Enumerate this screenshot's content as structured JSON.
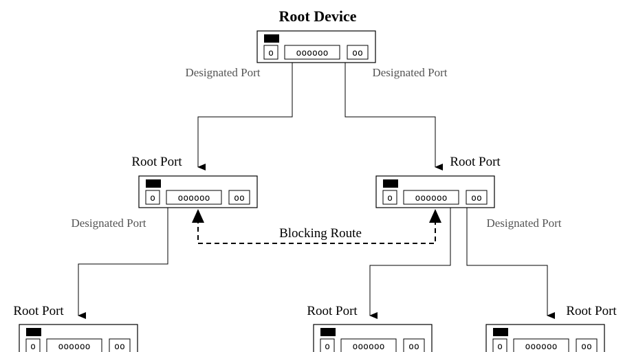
{
  "title": "Root Device",
  "labels": {
    "designated_port": "Designated Port",
    "root_port": "Root Port",
    "blocking_route": "Blocking Route"
  },
  "device": {
    "port_single": "o",
    "port_block": "oooooo",
    "port_pair": "oo"
  }
}
